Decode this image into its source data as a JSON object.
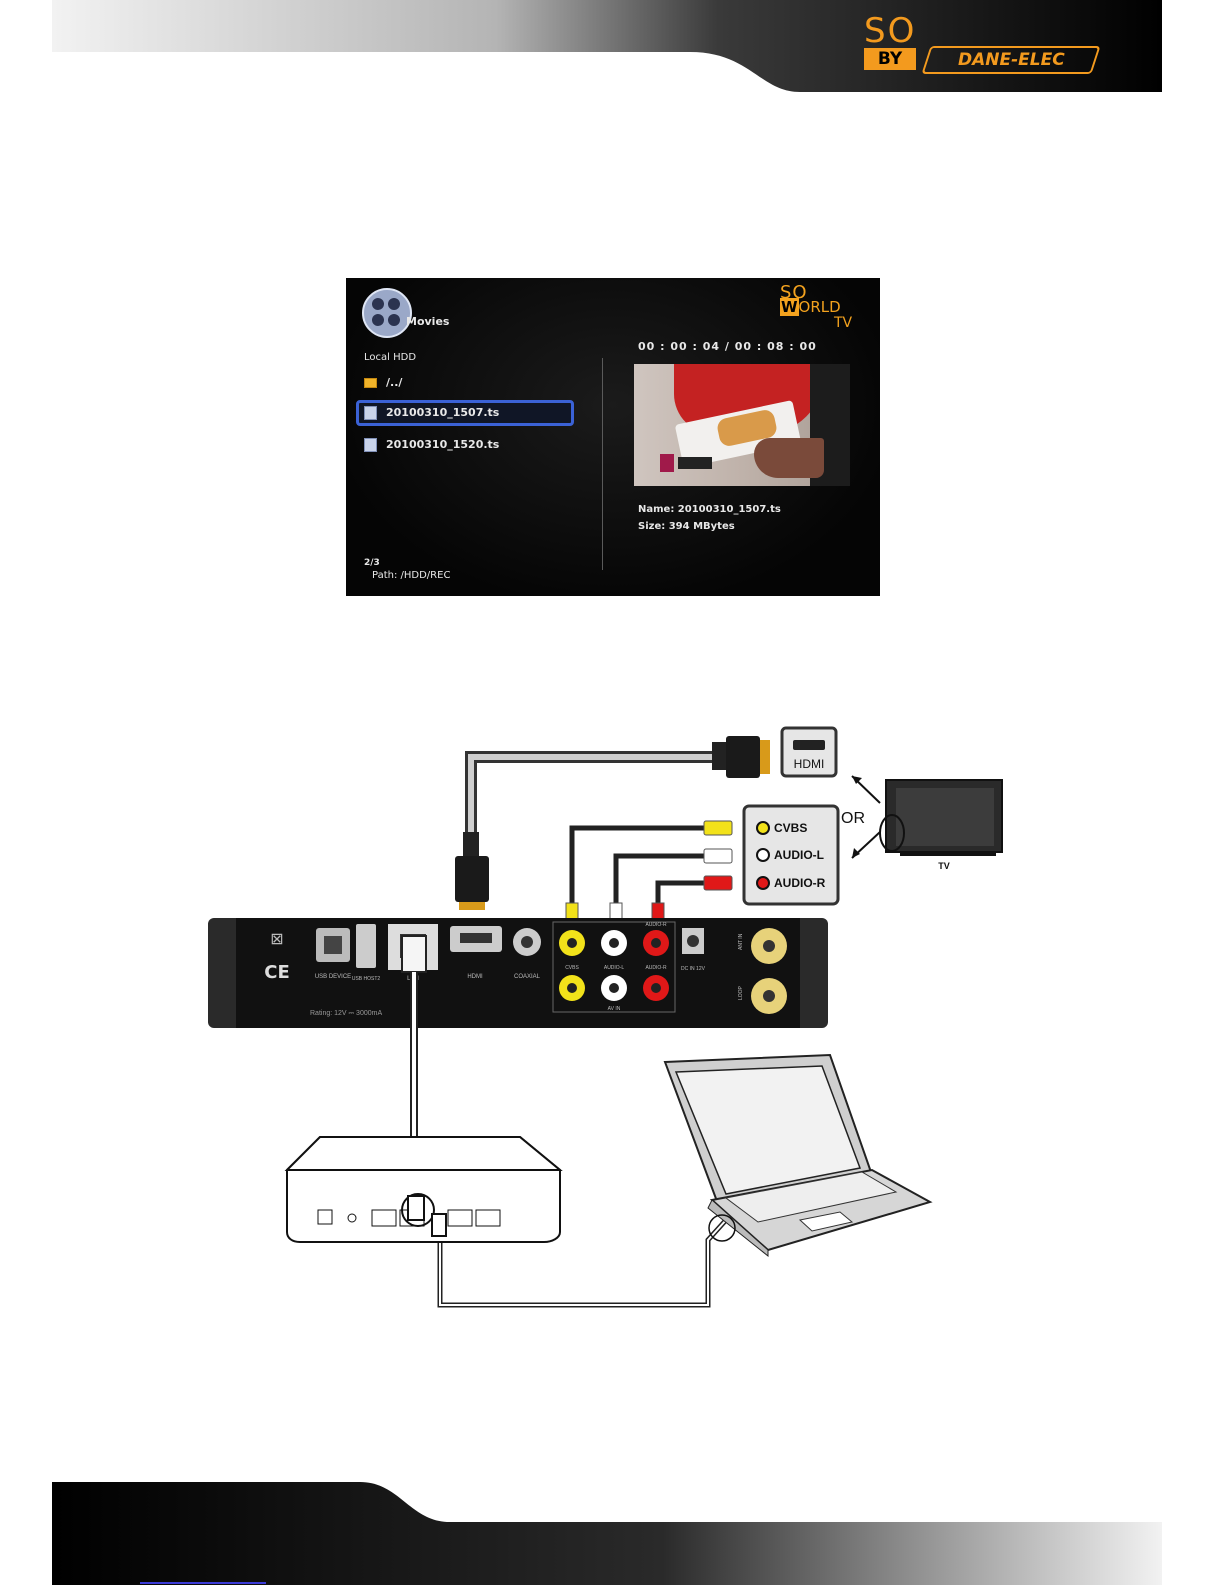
{
  "header": {
    "brand_so": "SO",
    "brand_by": "BY",
    "brand_maker": "DANE-ELEC"
  },
  "screen": {
    "app_title": "Movies",
    "logo_so": "SO",
    "logo_world_w": "W",
    "logo_world_rest": "ORLD",
    "logo_tv": "TV",
    "source": "Local HDD",
    "items": [
      {
        "label": "/../",
        "icon": "folder-icon"
      },
      {
        "label": "20100310_1507.ts",
        "icon": "video-file-icon",
        "selected": true
      },
      {
        "label": "20100310_1520.ts",
        "icon": "video-file-icon"
      }
    ],
    "timecode": "00 : 00 : 04 / 00 : 08 : 00",
    "name_line": "Name: 20100310_1507.ts",
    "size_line": "Size: 394 MBytes",
    "page": "2/3",
    "path": "Path: /HDD/REC"
  },
  "diagram": {
    "tv_port_hdmi": "HDMI",
    "av_ports": [
      {
        "label": "CVBS",
        "color": "#f2e21a"
      },
      {
        "label": "AUDIO-L",
        "color": "#ffffff"
      },
      {
        "label": "AUDIO-R",
        "color": "#e01818"
      }
    ],
    "or_label": "OR",
    "tv_label": "TV",
    "rear_panel": {
      "usb_device": "USB DEVICE",
      "usb_host": "USB HOST2",
      "lan": "LAN",
      "hdmi": "HDMI",
      "coaxial": "COAXIAL",
      "av_out_labels": [
        "AUDIO-R"
      ],
      "av_in_labels": [
        "CVBS",
        "AUDIO-L",
        "AUDIO-R"
      ],
      "av_in": "AV IN",
      "dc_in": "DC IN 12V",
      "ant_in": "ANT IN",
      "loop": "LOOP",
      "rating": "Rating: 12V ⎓ 3000mA"
    },
    "colors": {
      "header_orange": "#f39a1e",
      "cvbs_yellow": "#f2e21a",
      "audio_red": "#e01818",
      "hdmi_gold": "#d89a1a"
    }
  }
}
